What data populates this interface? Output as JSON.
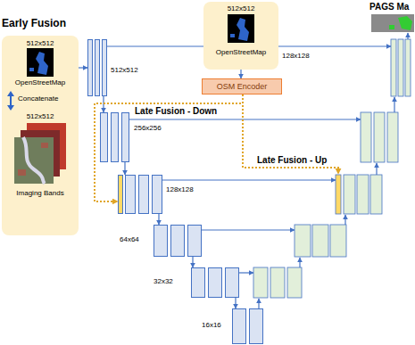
{
  "diagram": {
    "nodes": [
      {
        "text": [
          "Early Fusion",
          "512x512",
          "OpenStreetMap",
          "Concatenate",
          "512x512",
          "Imaging Bands"
        ]
      },
      {
        "text": [
          "512x512",
          "OpenStreetMap"
        ]
      },
      {
        "text": [
          "OSM Encoder"
        ]
      },
      {
        "text": [
          "512x512"
        ]
      },
      {
        "text": [
          "256x256"
        ]
      },
      {
        "text": [
          "128x128"
        ]
      },
      {
        "text": [
          "64x64"
        ]
      },
      {
        "text": [
          "32x32"
        ]
      },
      {
        "text": [
          "16x16"
        ]
      },
      {
        "text": [
          "PAGS Ma"
        ]
      }
    ],
    "edges": [
      {
        "from": 0,
        "to": 3,
        "arrow": "to"
      },
      {
        "from": 1,
        "to": 2,
        "arrow": "to"
      },
      {
        "from": 3,
        "to": 4,
        "arrow": "to"
      },
      {
        "from": 4,
        "to": 5,
        "arrow": "to"
      },
      {
        "from": 5,
        "to": 6,
        "arrow": "to"
      },
      {
        "from": 6,
        "to": 7,
        "arrow": "to"
      },
      {
        "from": 7,
        "to": 8,
        "arrow": "to"
      },
      {
        "from": 2,
        "to": 5,
        "label": "Late Fusion - Down",
        "arrow": "to"
      }
    ],
    "labels": [
      "128x128",
      "Late Fusion - Up"
    ]
  }
}
